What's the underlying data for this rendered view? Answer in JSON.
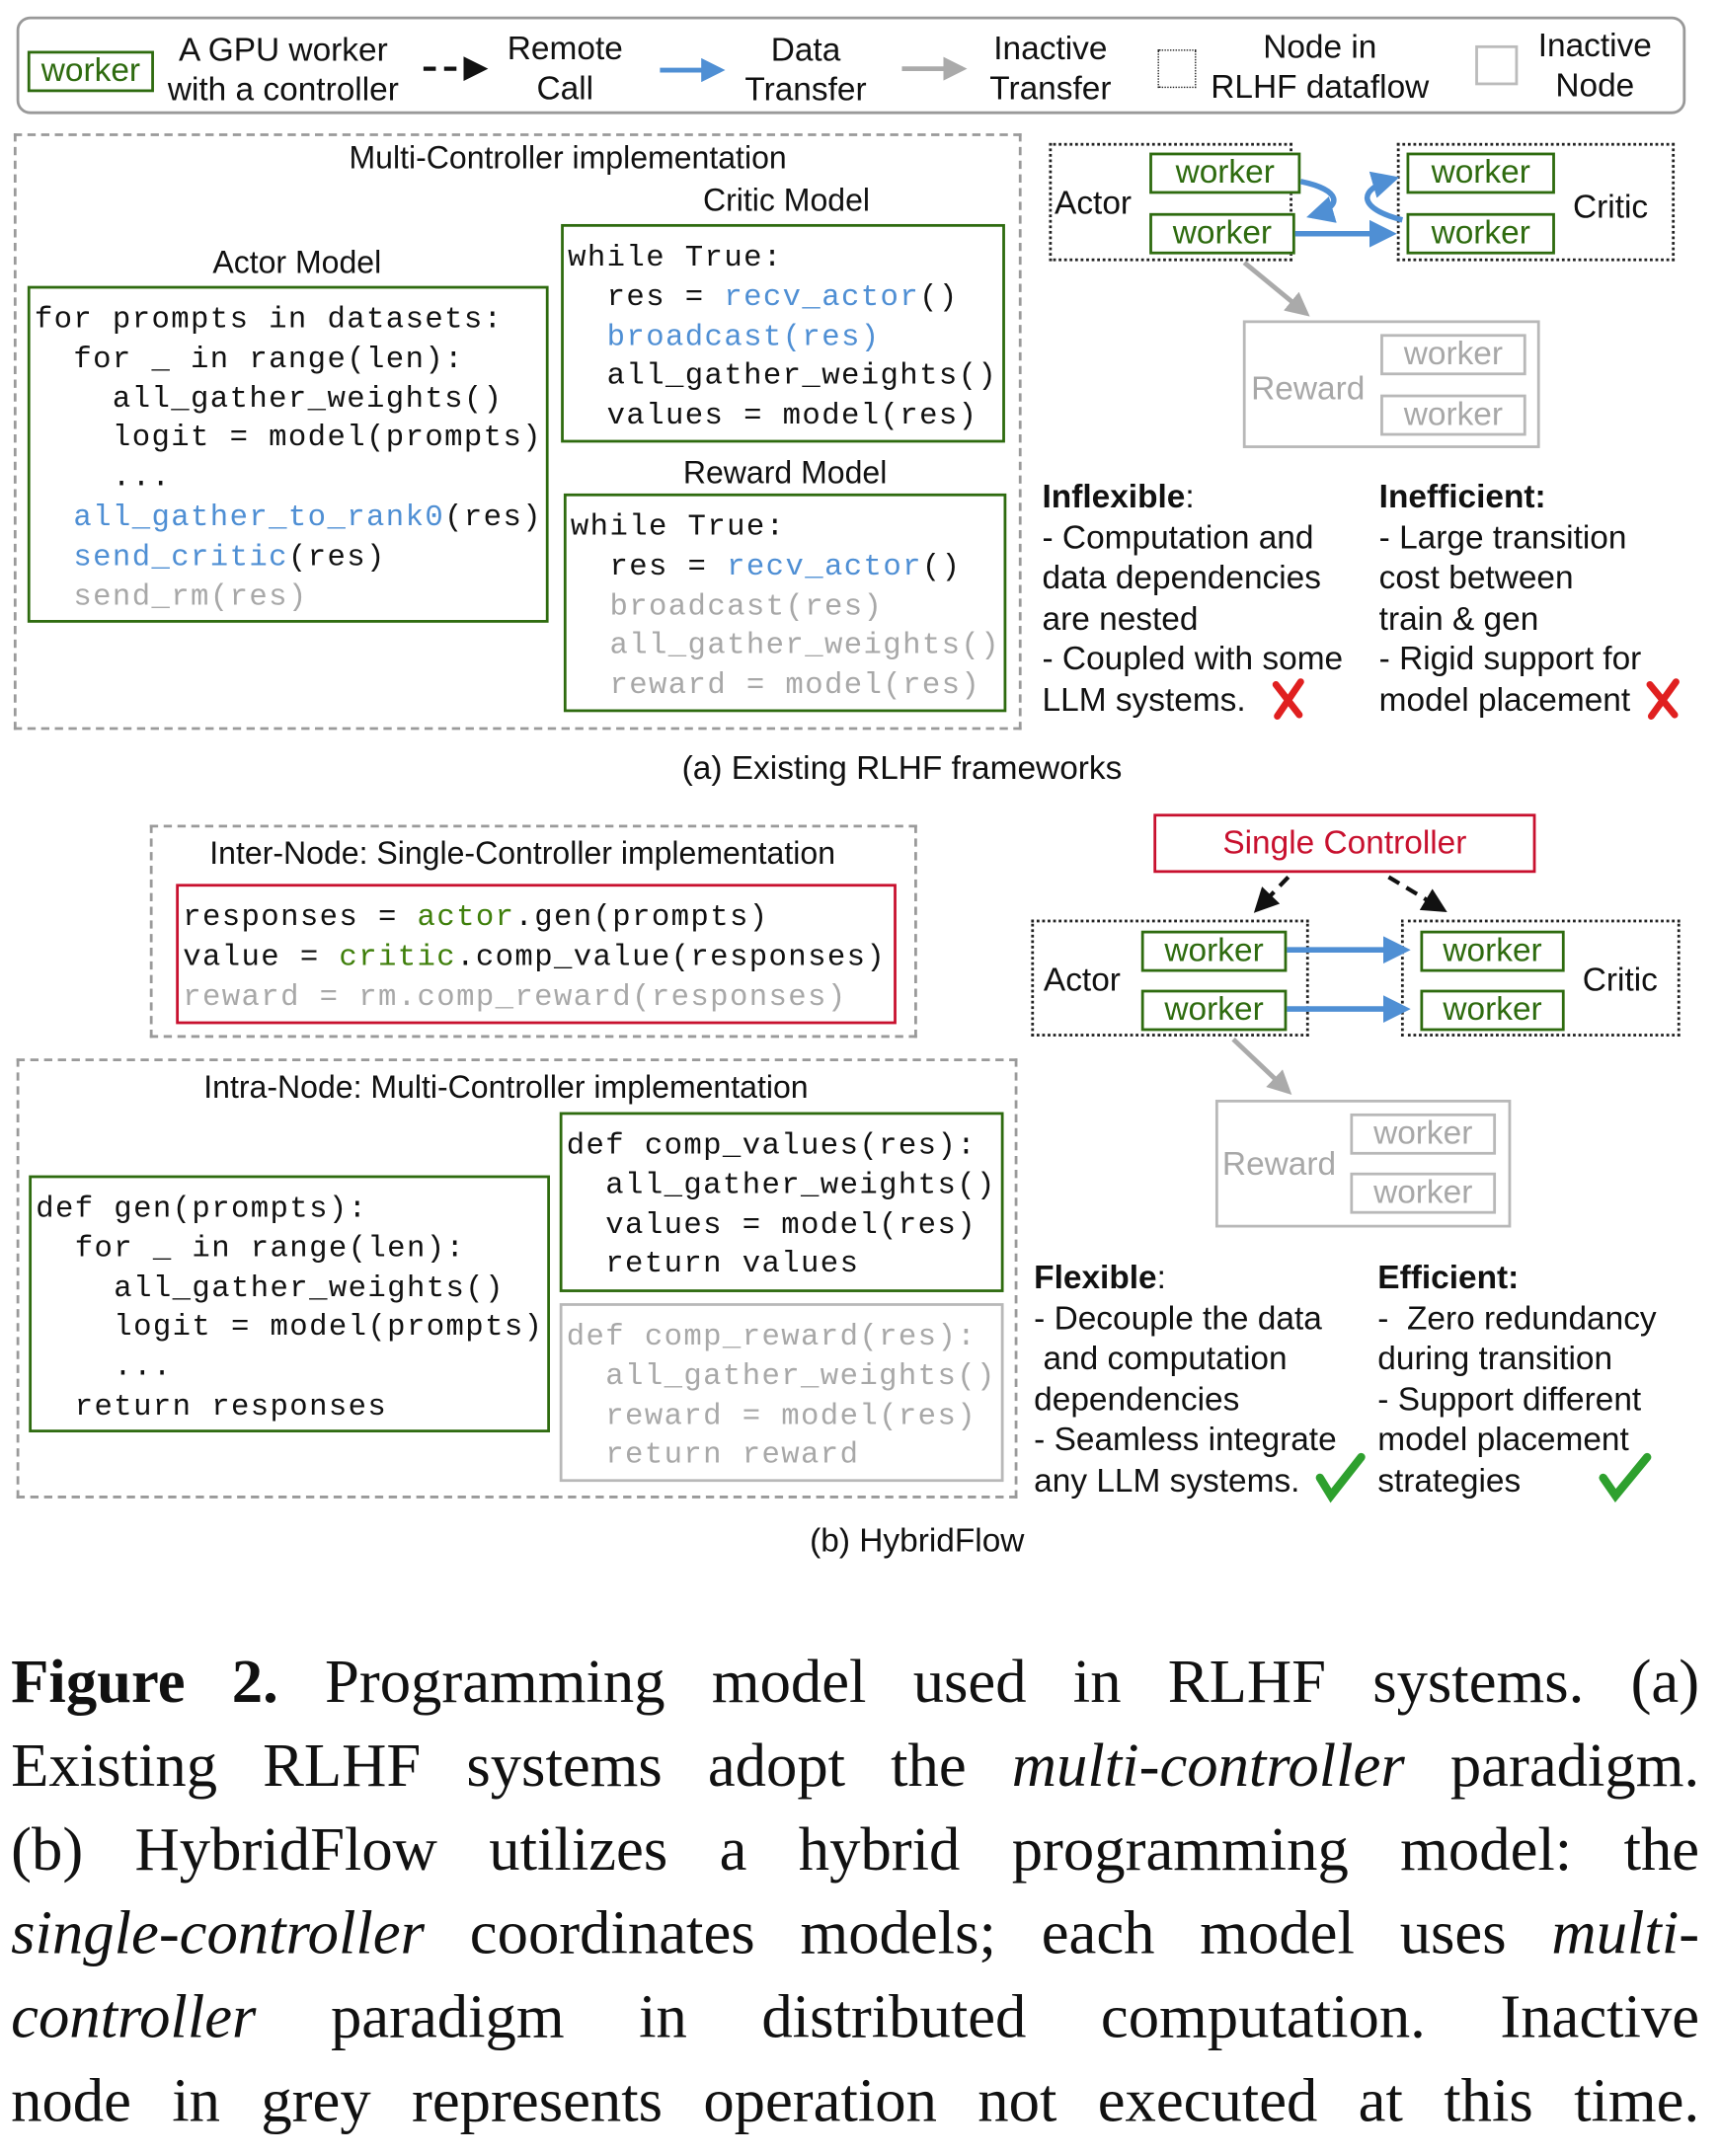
{
  "colors": {
    "blue": "#4f8fd4",
    "green": "#3f7f0b",
    "grey": "#a8a8a8",
    "text": "#111111",
    "red": "#c8102e",
    "worker_green": "#2e6b0f"
  },
  "legend": {
    "worker": "worker",
    "gpu_worker": [
      "A GPU worker",
      "with a controller"
    ],
    "remote_call": [
      "Remote",
      "Call"
    ],
    "data_transfer": [
      "Data",
      "Transfer"
    ],
    "inactive_transfer": [
      "Inactive",
      "Transfer"
    ],
    "node": [
      "Node in",
      "RLHF dataflow"
    ],
    "inactive_node": [
      "Inactive",
      "Node"
    ]
  },
  "panel_a": {
    "title": "Multi-Controller implementation",
    "actor_model": "Actor Model",
    "critic_model": "Critic Model",
    "reward_model": "Reward Model",
    "code_actor": [
      [
        [
          "for prompts in datasets:",
          "text"
        ]
      ],
      [
        [
          "  for _ in range(len):",
          "text"
        ]
      ],
      [
        [
          "    all_gather_weights()",
          "text"
        ]
      ],
      [
        [
          "    logit = model(prompts)",
          "text"
        ]
      ],
      [
        [
          "    ...",
          "text"
        ]
      ],
      [
        [
          "  ",
          "text"
        ],
        [
          "all_gather_to_rank0",
          "blue"
        ],
        [
          "(res)",
          "text"
        ]
      ],
      [
        [
          "  ",
          "text"
        ],
        [
          "send_critic",
          "blue"
        ],
        [
          "(res)",
          "text"
        ]
      ],
      [
        [
          "  send_rm(res)",
          "grey"
        ]
      ]
    ],
    "code_critic": [
      [
        [
          "while True:",
          "text"
        ]
      ],
      [
        [
          "  res = ",
          "text"
        ],
        [
          "recv_actor",
          "blue"
        ],
        [
          "()",
          "text"
        ]
      ],
      [
        [
          "  ",
          "text"
        ],
        [
          "broadcast(res)",
          "blue"
        ]
      ],
      [
        [
          "  all_gather_weights()",
          "text"
        ]
      ],
      [
        [
          "  values = model(res)",
          "text"
        ]
      ]
    ],
    "code_reward": [
      [
        [
          "while True:",
          "text"
        ]
      ],
      [
        [
          "  res = ",
          "text"
        ],
        [
          "recv_actor",
          "blue"
        ],
        [
          "()",
          "text"
        ]
      ],
      [
        [
          "  broadcast(res)",
          "grey"
        ]
      ],
      [
        [
          "  all_gather_weights()",
          "grey"
        ]
      ],
      [
        [
          "  reward = model(res)",
          "grey"
        ]
      ]
    ],
    "diagram": {
      "actor": "Actor",
      "critic": "Critic",
      "reward": "Reward",
      "worker": "worker"
    },
    "inflexible": {
      "title": "Inflexible",
      "colon": ":",
      "lines": [
        "- Computation and",
        "data dependencies",
        "are nested",
        "- Coupled with some",
        "LLM systems."
      ]
    },
    "inefficient": {
      "title": "Inefficient:",
      "lines": [
        "- Large transition",
        "cost between",
        "train & gen",
        "- Rigid support for",
        "model placement"
      ]
    },
    "caption": "(a) Existing RLHF frameworks"
  },
  "panel_b": {
    "inter_title": "Inter-Node: Single-Controller implementation",
    "code_inter": [
      [
        [
          "responses = ",
          "text"
        ],
        [
          "actor",
          "green"
        ],
        [
          ".gen(prompts)",
          "text"
        ]
      ],
      [
        [
          "value = ",
          "text"
        ],
        [
          "critic",
          "green"
        ],
        [
          ".comp_value(responses)",
          "text"
        ]
      ],
      [
        [
          "reward = rm.comp_reward(responses)",
          "grey"
        ]
      ]
    ],
    "intra_title": "Intra-Node: Multi-Controller implementation",
    "code_gen": [
      [
        [
          "def gen(prompts):",
          "text"
        ]
      ],
      [
        [
          "  for _ in range(len):",
          "text"
        ]
      ],
      [
        [
          "    all_gather_weights()",
          "text"
        ]
      ],
      [
        [
          "    logit = model(prompts)",
          "text"
        ]
      ],
      [
        [
          "    ...",
          "text"
        ]
      ],
      [
        [
          "  return responses",
          "text"
        ]
      ]
    ],
    "code_values": [
      [
        [
          "def comp_values(res):",
          "text"
        ]
      ],
      [
        [
          "  all_gather_weights()",
          "text"
        ]
      ],
      [
        [
          "  values = model(res)",
          "text"
        ]
      ],
      [
        [
          "  return values",
          "text"
        ]
      ]
    ],
    "code_reward": [
      [
        [
          "def comp_reward(res):",
          "grey"
        ]
      ],
      [
        [
          "  all_gather_weights()",
          "grey"
        ]
      ],
      [
        [
          "  reward = model(res)",
          "grey"
        ]
      ],
      [
        [
          "  return reward",
          "grey"
        ]
      ]
    ],
    "single_controller": "Single Controller",
    "diagram": {
      "actor": "Actor",
      "critic": "Critic",
      "reward": "Reward",
      "worker": "worker"
    },
    "flexible": {
      "title": "Flexible",
      "colon": ":",
      "lines": [
        "- Decouple the data",
        " and computation",
        "dependencies",
        "- Seamless integrate",
        "any LLM systems."
      ]
    },
    "efficient": {
      "title": "Efficient:",
      "lines": [
        "-  Zero redundancy",
        "during transition",
        "- Support different",
        "model placement",
        "strategies"
      ]
    },
    "caption": "(b) HybridFlow"
  },
  "figure_caption": {
    "label": "Figure 2.",
    "l1": " Programming model used in RLHF systems. (a)",
    "l2a": "Existing RLHF systems adopt the ",
    "l2b": "multi-controller",
    "l2c": " paradigm.",
    "l3": "(b) HybridFlow utilizes a hybrid programming model: the",
    "l4a": "single-controller",
    "l4b": " coordinates models; each model uses ",
    "l4c": "multi-",
    "l5a": "controller",
    "l5b": " paradigm in distributed computation. Inactive",
    "l6": "node in grey represents operation not executed at this time."
  }
}
